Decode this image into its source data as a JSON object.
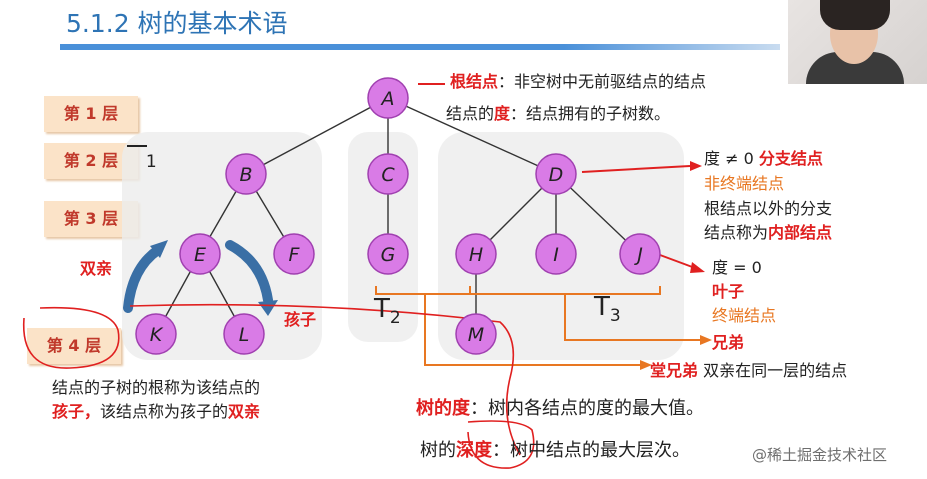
{
  "title": "5.1.2 树的基本术语",
  "layers": [
    "第 1 层",
    "第 2 层",
    "第 3 层",
    "第 4 层"
  ],
  "t1": "T",
  "t1_sub": "1",
  "t2": "T",
  "t2_sub": "2",
  "t3": "T",
  "t3_sub": "3",
  "nodes": [
    {
      "id": "A",
      "label": "A"
    },
    {
      "id": "B",
      "label": "B"
    },
    {
      "id": "C",
      "label": "C"
    },
    {
      "id": "D",
      "label": "D"
    },
    {
      "id": "E",
      "label": "E"
    },
    {
      "id": "F",
      "label": "F"
    },
    {
      "id": "G",
      "label": "G"
    },
    {
      "id": "H",
      "label": "H"
    },
    {
      "id": "I",
      "label": "I"
    },
    {
      "id": "J",
      "label": "J"
    },
    {
      "id": "K",
      "label": "K"
    },
    {
      "id": "L",
      "label": "L"
    },
    {
      "id": "M",
      "label": "M"
    }
  ],
  "edges": [
    [
      "A",
      "B"
    ],
    [
      "A",
      "C"
    ],
    [
      "A",
      "D"
    ],
    [
      "B",
      "E"
    ],
    [
      "B",
      "F"
    ],
    [
      "C",
      "G"
    ],
    [
      "D",
      "H"
    ],
    [
      "D",
      "I"
    ],
    [
      "D",
      "J"
    ],
    [
      "E",
      "K"
    ],
    [
      "E",
      "L"
    ],
    [
      "H",
      "M"
    ]
  ],
  "annotations": {
    "root_term": "根结点",
    "root_desc": "：非空树中无前驱结点的结点",
    "degree_prefix": "结点的",
    "degree_term": "度",
    "degree_desc": "：结点拥有的子树数。",
    "branch_cond": "度 ≠ 0",
    "branch_term": "分支结点",
    "nonterminal": "非终端结点",
    "internal_line1": "根结点以外的分支",
    "internal_line2": "结点称为",
    "internal_term": "内部结点",
    "leaf_cond": "度 = 0",
    "leaf_term": "叶子",
    "terminal": "终端结点",
    "sibling": "兄弟",
    "parent_label": "双亲",
    "child_label": "孩子",
    "cousin_term": "堂兄弟",
    "cousin_desc": "双亲在同一层的结点",
    "child_def_line1": "结点的子树的根称为该结点的",
    "child_def_term": "孩子，",
    "child_def_mid": "该结点称为孩子的",
    "child_def_parent": "双亲",
    "tree_degree_term": "树的度",
    "tree_degree_desc": "：树内各结点的度的最大值。",
    "depth_prefix": "树的",
    "depth_term": "深度",
    "depth_desc": "：树中结点的最大层次。"
  },
  "watermark": "@稀土掘金技术社区",
  "colors": {
    "node_fill": "#d97be6",
    "node_stroke": "#a040b0",
    "accent_red": "#e02020",
    "accent_orange": "#e87722",
    "title_blue": "#2e74b5"
  }
}
